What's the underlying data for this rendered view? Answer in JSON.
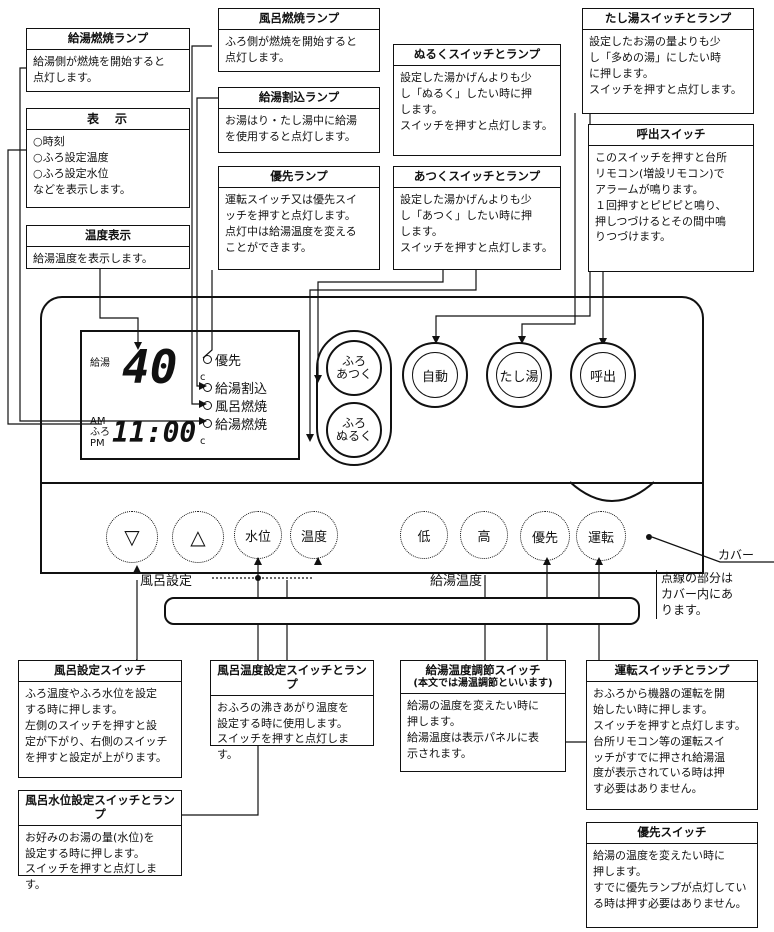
{
  "boxes": {
    "kyuto_nensho": {
      "title": "給湯燃焼ランプ",
      "body": "給湯側が燃焼を開始すると\n点灯します。"
    },
    "hyoji": {
      "title": "表　示",
      "body": "○時刻\n○ふろ設定温度\n○ふろ設定水位\nなどを表示します。"
    },
    "ondo_hyoji": {
      "title": "温度表示",
      "body": "給湯温度を表示します。"
    },
    "furo_nensho": {
      "title": "風呂燃焼ランプ",
      "body": "ふろ側が燃焼を開始すると\n点灯します。"
    },
    "kyuto_warikomi": {
      "title": "給湯割込ランプ",
      "body": "お湯はり・たし湯中に給湯\nを使用すると点灯します。"
    },
    "yusen_lamp": {
      "title": "優先ランプ",
      "body": "運転スイッチ又は優先スイ\nッチを押すと点灯します。\n点灯中は給湯温度を変える\nことができます。"
    },
    "nuruku": {
      "title": "ぬるくスイッチとランプ",
      "body": "設定した湯かげんよりも少\nし「ぬるく」したい時に押\nします。\nスイッチを押すと点灯します。"
    },
    "atsuku": {
      "title": "あつくスイッチとランプ",
      "body": "設定した湯かげんよりも少\nし「あつく」したい時に押\nします。\nスイッチを押すと点灯します。"
    },
    "tashiyu": {
      "title": "たし湯スイッチとランプ",
      "body": "設定したお湯の量よりも少\nし「多めの湯」にしたい時\nに押します。\nスイッチを押すと点灯します。"
    },
    "yobidashi": {
      "title": "呼出スイッチ",
      "body": "このスイッチを押すと台所\nリモコン(増設リモコン)で\nアラームが鳴ります。\n１回押すとピピピと鳴り、\n押しつづけるとその間中鳴\nりつづけます。"
    },
    "furo_settei": {
      "title": "風呂設定スイッチ",
      "body": "ふろ温度やふろ水位を設定\nする時に押します。\n左側のスイッチを押すと設\n定が下がり、右側のスイッチ\nを押すと設定が上がります。"
    },
    "furo_suii": {
      "title": "風呂水位設定スイッチとランプ",
      "body": "お好みのお湯の量(水位)を\n設定する時に押します。\nスイッチを押すと点灯します。"
    },
    "furo_ondo": {
      "title": "風呂温度設定スイッチとランプ",
      "body": "おふろの沸きあがり温度を\n設定する時に使用します。\nスイッチを押すと点灯します。"
    },
    "kyuto_chosetsu": {
      "title": "給湯温度調節スイッチ",
      "subtitle": "(本文では湯温調節といいます)",
      "body": "給湯の温度を変えたい時に\n押します。\n給湯温度は表示パネルに表\n示されます。"
    },
    "unten": {
      "title": "運転スイッチとランプ",
      "body": "おふろから機器の運転を開\n始したい時に押します。\nスイッチを押すと点灯します。\n台所リモコン等の運転スイ\nッチがすでに押され給湯温\n度が表示されている時は押\nす必要はありません。"
    },
    "yusen_switch": {
      "title": "優先スイッチ",
      "body": "給湯の温度を変えたい時に\n押します。\nすでに優先ランプが点灯してい\nる時は押す必要はありません。"
    }
  },
  "display": {
    "kyuto_label": "給湯",
    "temp": "40",
    "temp_unit": "c",
    "am": "AM",
    "furo": "ふろ",
    "pm": "PM",
    "time": "11:00",
    "time_unit": "c"
  },
  "lamps": [
    "優先",
    "給湯割込",
    "風呂燃焼",
    "給湯燃焼"
  ],
  "buttons": {
    "furo_atsuku_1": "ふろ",
    "furo_atsuku_2": "あつく",
    "furo_nuruku_1": "ふろ",
    "furo_nuruku_2": "ぬるく",
    "jido": "自動",
    "tashiyu": "たし湯",
    "yobidashi": "呼出",
    "down": "▽",
    "up": "△",
    "suii": "水位",
    "ondo": "温度",
    "low": "低",
    "high": "高",
    "yusen": "優先",
    "unten": "運転"
  },
  "labels": {
    "furo_settei": "風呂設定",
    "kyuto_ondo": "給湯温度",
    "cover": "カバー",
    "cover_note": "点線の部分は\nカバー内にあ\nります。"
  }
}
